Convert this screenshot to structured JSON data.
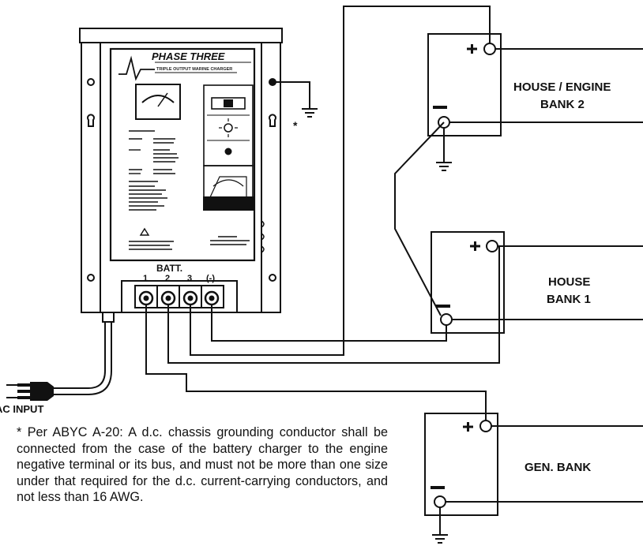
{
  "charger": {
    "brand": "PHASE THREE",
    "tagline": "TRIPLE OUTPUT MARINE CHARGER",
    "batt_label": "BATT.",
    "terminals": [
      "1",
      "2",
      "3",
      "(-)"
    ]
  },
  "batteries": [
    {
      "name_line1": "HOUSE / ENGINE",
      "name_line2": "BANK 2",
      "plus": "+",
      "minus": "−"
    },
    {
      "name_line1": "HOUSE",
      "name_line2": "BANK 1",
      "plus": "+",
      "minus": "−"
    },
    {
      "name_line1": "GEN. BANK",
      "name_line2": "",
      "plus": "+",
      "minus": "−"
    }
  ],
  "ac_input_label": "AC INPUT",
  "chassis_ground_marker": "*",
  "footnote": "* Per ABYC A-20: A d.c. chassis grounding conductor shall be connected from the case of the battery charger to the engine negative terminal or its bus, and must not be more than one size under that required for the d.c. current-carrying conductors, and not less than 16 AWG."
}
